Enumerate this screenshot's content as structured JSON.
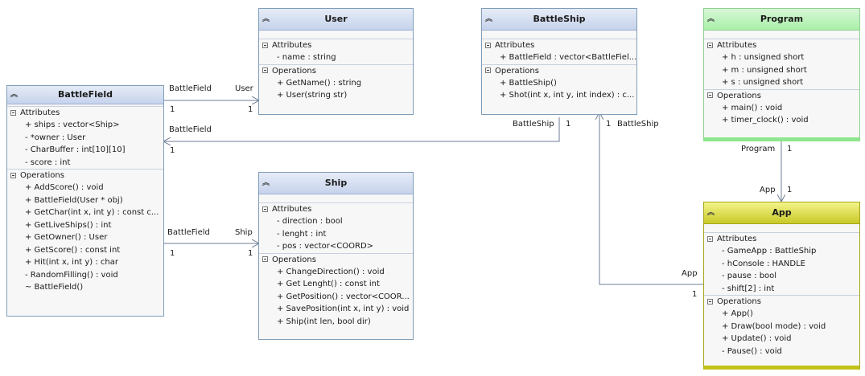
{
  "classes": {
    "battlefield": {
      "name": "BattleField",
      "attributes_label": "Attributes",
      "operations_label": "Operations",
      "attributes": [
        "+ ships : vector<Ship>",
        "- *owner : User",
        "- CharBuffer : int[10][10]",
        "- score : int"
      ],
      "operations": [
        "+ AddScore() : void",
        "+ BattleField(User * obj)",
        "+ GetChar(int x, int y) : const c...",
        "+ GetLiveShips() : int",
        "+ GetOwner() : User",
        "+ GetScore() : const int",
        "+ Hit(int x, int y) : char",
        "- RandomFilling() : void",
        "~ BattleField()"
      ]
    },
    "user": {
      "name": "User",
      "attributes_label": "Attributes",
      "operations_label": "Operations",
      "attributes": [
        "- name : string"
      ],
      "operations": [
        "+ GetName() : string",
        "+ User(string str)"
      ]
    },
    "ship": {
      "name": "Ship",
      "attributes_label": "Attributes",
      "operations_label": "Operations",
      "attributes": [
        "- direction : bool",
        "- lenght : int",
        "- pos : vector<COORD>"
      ],
      "operations": [
        "+ ChangeDirection() : void",
        "+ Get Lenght() : const int",
        "+ GetPosition() : vector<COOR...",
        "+ SavePosition(int x, int y) : void",
        "+ Ship(int len, bool dir)"
      ]
    },
    "battleship": {
      "name": "BattleShip",
      "attributes_label": "Attributes",
      "operations_label": "Operations",
      "attributes": [
        "+ BattleField : vector<BattleFiel..."
      ],
      "operations": [
        "+ BattleShip()",
        "+ Shot(int x, int y, int index) : c..."
      ]
    },
    "program": {
      "name": "Program",
      "attributes_label": "Attributes",
      "operations_label": "Operations",
      "attributes": [
        "+ h : unsigned short",
        "+ m : unsigned short",
        "+ s : unsigned short"
      ],
      "operations": [
        "+ main() : void",
        "+ timer_clock() : void"
      ]
    },
    "app": {
      "name": "App",
      "attributes_label": "Attributes",
      "operations_label": "Operations",
      "attributes": [
        "- GameApp : BattleShip",
        "- hConsole : HANDLE",
        "- pause : bool",
        "- shift[2] : int"
      ],
      "operations": [
        "+ App()",
        "+ Draw(bool mode) : void",
        "+ Update() : void",
        "- Pause() : void"
      ]
    }
  },
  "associations": {
    "bf_user": {
      "from_role": "BattleField",
      "to_role": "User",
      "from_mult": "1",
      "to_mult": "1"
    },
    "bs_bf": {
      "from_role": "BattleShip",
      "to_role": "BattleField",
      "from_mult": "1",
      "to_mult": "1"
    },
    "bf_ship": {
      "from_role": "BattleField",
      "to_role": "Ship",
      "from_mult": "1",
      "to_mult": "1"
    },
    "app_bs": {
      "from_role": "App",
      "to_role": "BattleShip",
      "from_mult": "1",
      "to_mult": "1"
    },
    "program_app": {
      "from_role": "Program",
      "to_role": "App",
      "from_mult": "1",
      "to_mult": "1"
    }
  },
  "colors": {
    "class_blue": "#c6d3ec",
    "class_green": "#a9f0a9",
    "class_olive": "#c9c928",
    "wire": "#6d7d95"
  },
  "icons": {
    "collapse": "chevron-up-double-icon",
    "section_toggle": "minus-box-icon"
  }
}
